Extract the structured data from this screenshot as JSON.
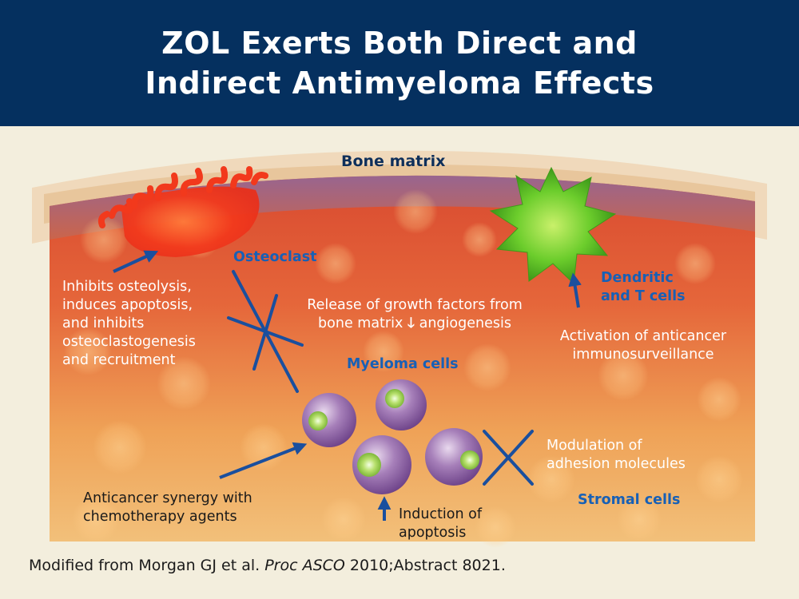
{
  "title": {
    "line1": "ZOL Exerts Both Direct and",
    "line2": "Indirect Antimyeloma Effects"
  },
  "labels": {
    "bone_matrix": "Bone matrix",
    "osteoclast": "Osteoclast",
    "dendritic_line1": "Dendritic",
    "dendritic_line2": "and T cells",
    "myeloma_cells": "Myeloma cells",
    "stromal_cells": "Stromal cells"
  },
  "annotations": {
    "osteolysis": [
      "Inhibits osteolysis,",
      "induces apoptosis,",
      "and inhibits",
      "osteoclastogenesis",
      "and recruitment"
    ],
    "growth_factors_line1": "Release of growth factors from",
    "growth_factors_line2_before": "bone matrix",
    "growth_factors_arrow": "🡓",
    "growth_factors_line2_after": "angiogenesis",
    "immuno": [
      "Activation of anticancer",
      "immunosurveillance"
    ],
    "adhesion": [
      "Modulation of",
      "adhesion molecules"
    ],
    "synergy": [
      "Anticancer synergy with",
      "chemotherapy agents"
    ],
    "apoptosis": [
      "Induction of",
      "apoptosis"
    ]
  },
  "footer": {
    "prefix": "Modified from Morgan GJ et al. ",
    "journal": "Proc ASCO",
    "suffix": " 2010;Abstract 8021."
  },
  "colors": {
    "header_bg": "#05305f",
    "page_bg": "#f3eedd",
    "label_blue": "#1760b6",
    "arrow_blue": "#1a4f9e"
  }
}
